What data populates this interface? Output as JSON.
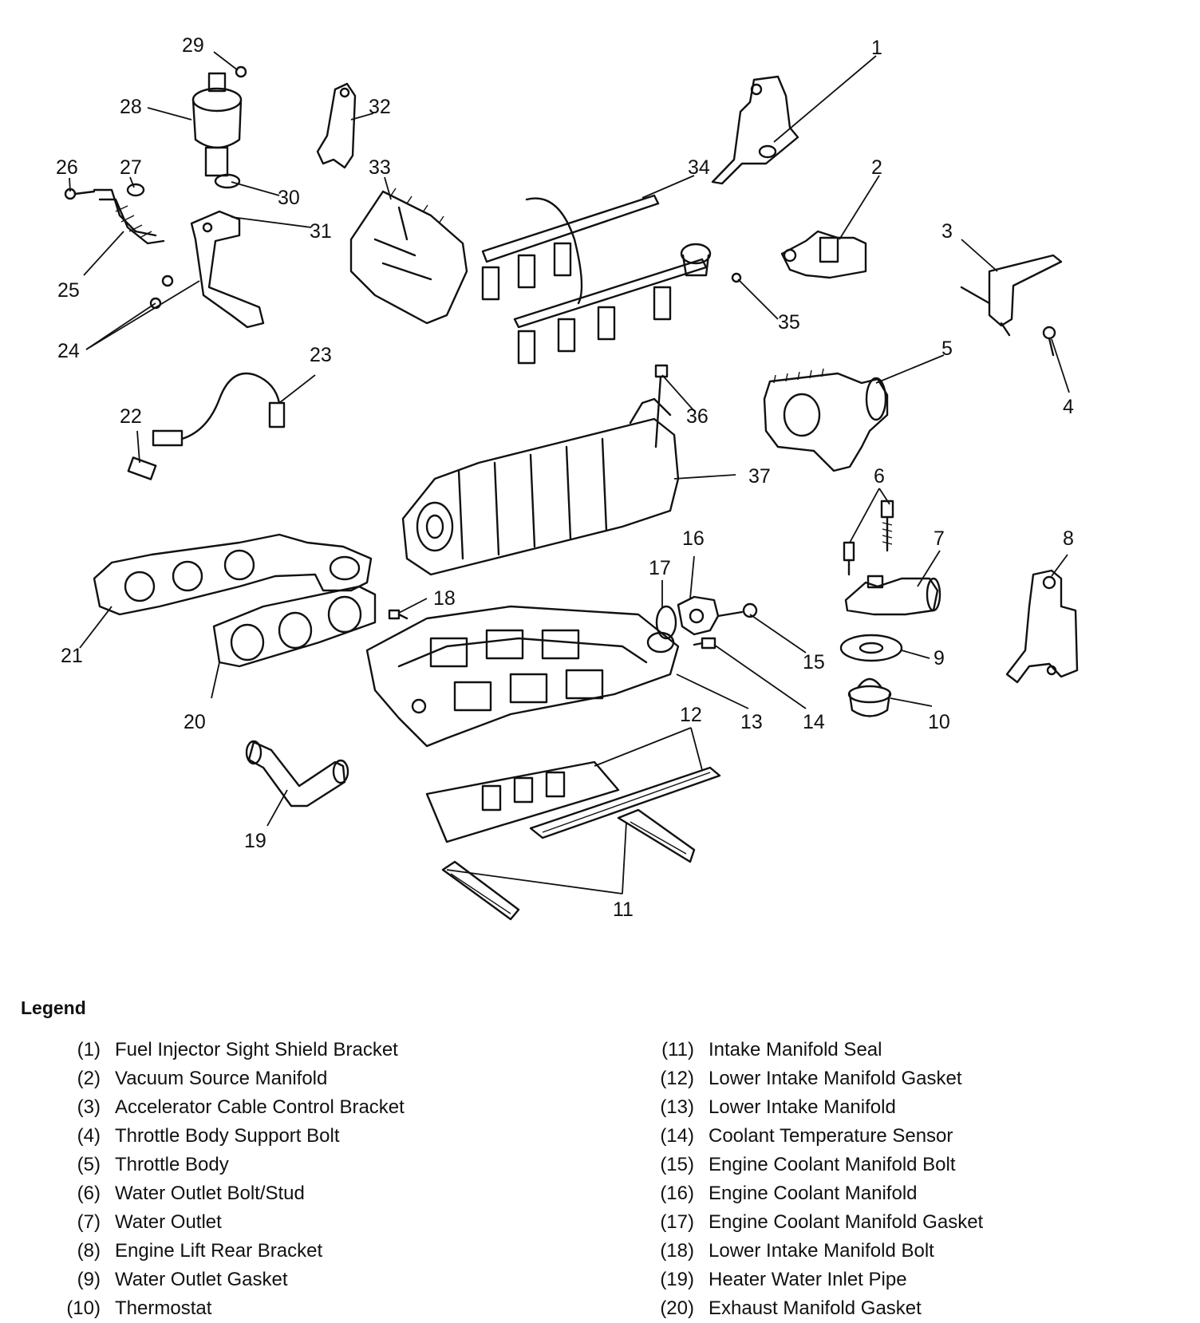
{
  "callouts": [
    "1",
    "2",
    "3",
    "4",
    "5",
    "6",
    "7",
    "8",
    "9",
    "10",
    "11",
    "12",
    "13",
    "14",
    "15",
    "16",
    "17",
    "18",
    "19",
    "20",
    "21",
    "22",
    "23",
    "24",
    "25",
    "26",
    "27",
    "28",
    "29",
    "30",
    "31",
    "32",
    "33",
    "34",
    "35",
    "36",
    "37"
  ],
  "legend": {
    "title": "Legend",
    "left": [
      {
        "num": "(1)",
        "label": "Fuel Injector Sight Shield Bracket"
      },
      {
        "num": "(2)",
        "label": "Vacuum Source Manifold"
      },
      {
        "num": "(3)",
        "label": "Accelerator Cable Control Bracket"
      },
      {
        "num": "(4)",
        "label": "Throttle Body Support Bolt"
      },
      {
        "num": "(5)",
        "label": "Throttle Body"
      },
      {
        "num": "(6)",
        "label": "Water Outlet Bolt/Stud"
      },
      {
        "num": "(7)",
        "label": "Water Outlet"
      },
      {
        "num": "(8)",
        "label": "Engine Lift Rear Bracket"
      },
      {
        "num": "(9)",
        "label": "Water Outlet Gasket"
      },
      {
        "num": "(10)",
        "label": "Thermostat"
      }
    ],
    "right": [
      {
        "num": "(11)",
        "label": "Intake Manifold Seal"
      },
      {
        "num": "(12)",
        "label": "Lower Intake Manifold Gasket"
      },
      {
        "num": "(13)",
        "label": "Lower Intake Manifold"
      },
      {
        "num": "(14)",
        "label": "Coolant Temperature Sensor"
      },
      {
        "num": "(15)",
        "label": "Engine Coolant Manifold Bolt"
      },
      {
        "num": "(16)",
        "label": "Engine Coolant Manifold"
      },
      {
        "num": "(17)",
        "label": "Engine Coolant Manifold Gasket"
      },
      {
        "num": "(18)",
        "label": "Lower Intake Manifold Bolt"
      },
      {
        "num": "(19)",
        "label": "Heater Water Inlet Pipe"
      },
      {
        "num": "(20)",
        "label": "Exhaust Manifold Gasket"
      }
    ]
  }
}
